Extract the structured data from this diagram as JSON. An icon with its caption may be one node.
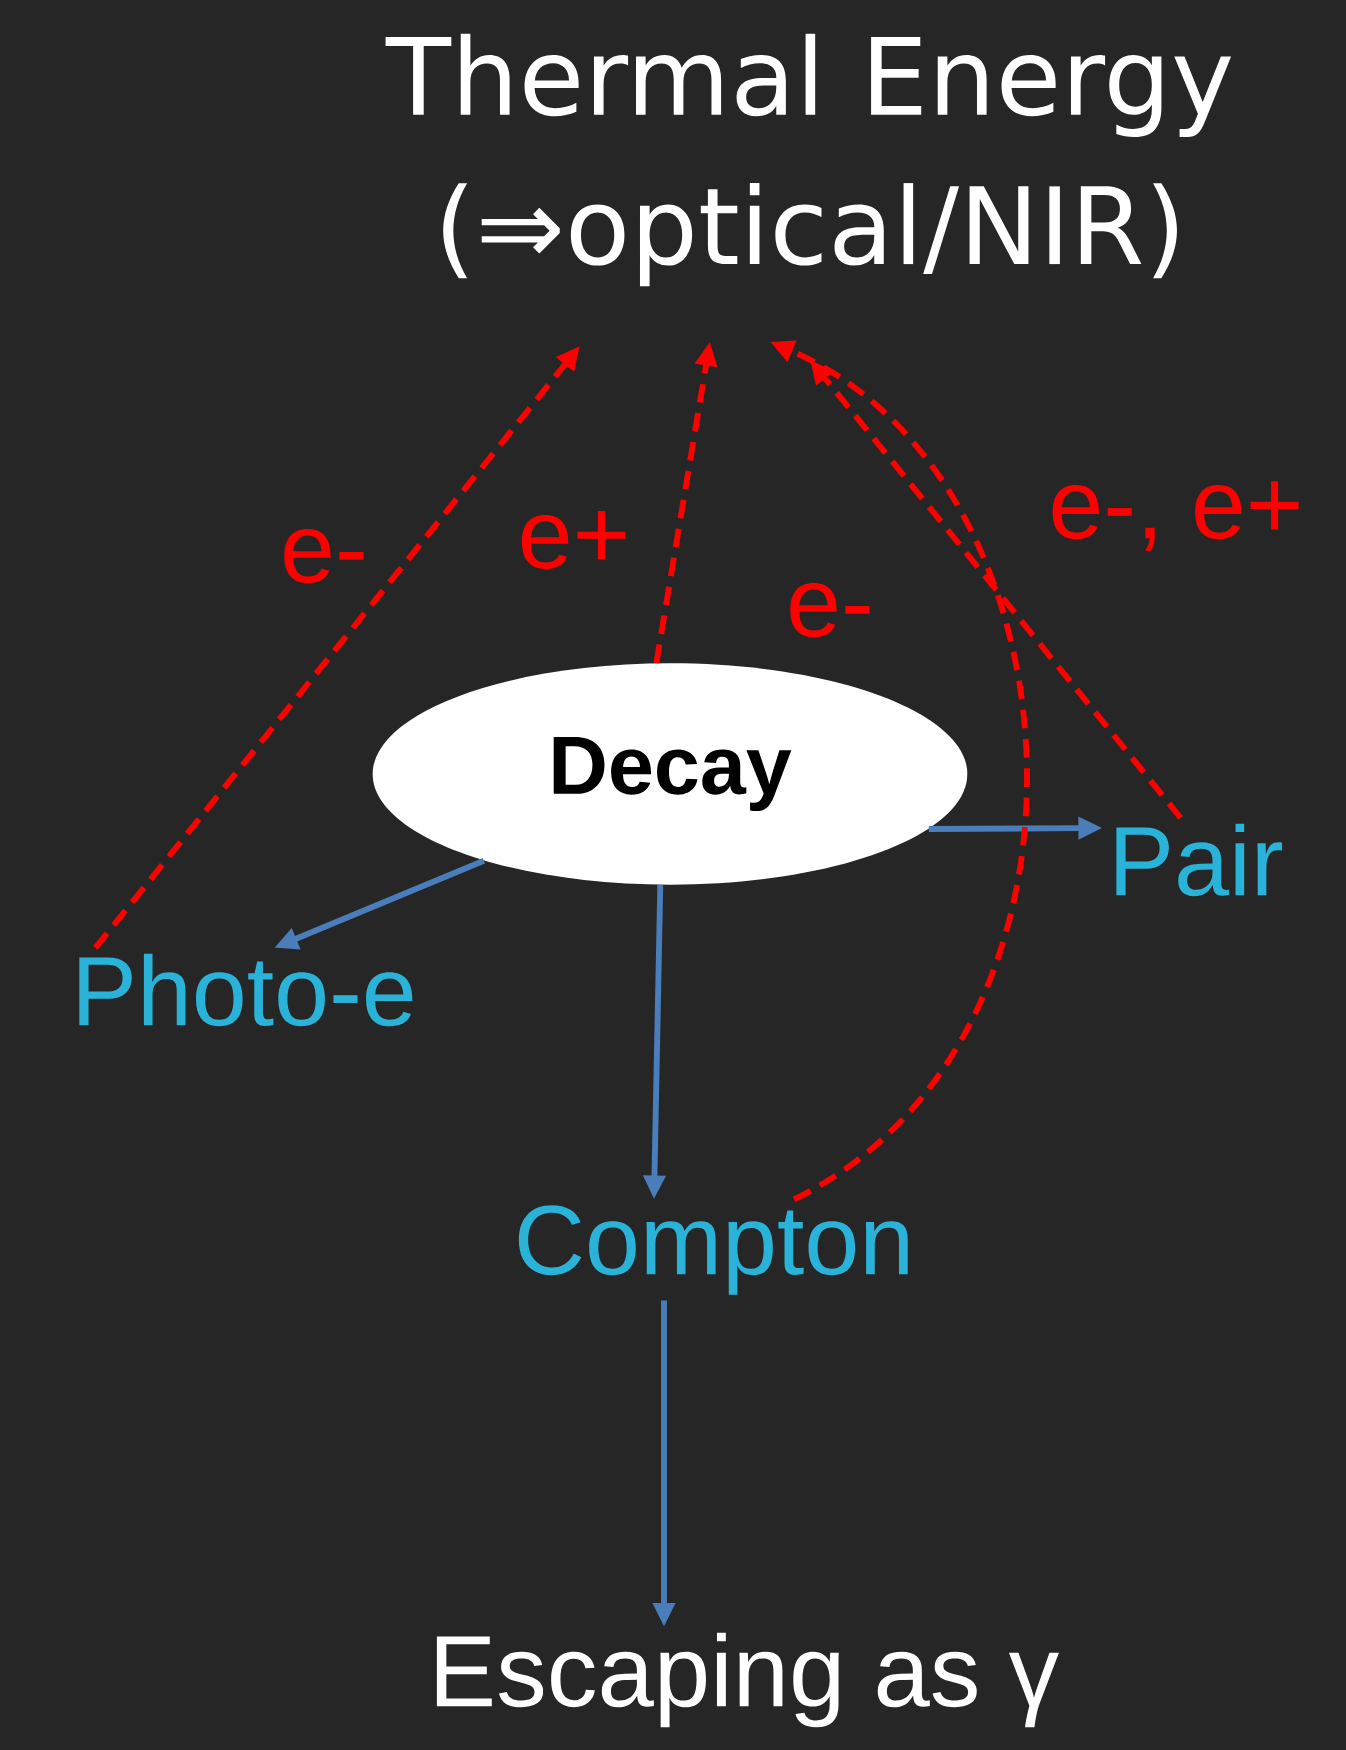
{
  "diagram": {
    "nodes": [
      {
        "text": [
          "Thermal Energy (⇒optical/NIR)"
        ]
      },
      {
        "text": [
          "Decay"
        ]
      },
      {
        "text": [
          "Pair"
        ]
      },
      {
        "text": [
          "Photo-e"
        ]
      },
      {
        "text": [
          "Compton"
        ]
      },
      {
        "text": [
          "Escaping as γ"
        ]
      }
    ],
    "edges": [
      {
        "from": 1,
        "to": 3,
        "arrow": "to"
      },
      {
        "from": 1,
        "to": 2,
        "arrow": "to"
      },
      {
        "from": 1,
        "to": 4,
        "arrow": "to"
      },
      {
        "from": 4,
        "to": 5,
        "arrow": "to"
      },
      {
        "from": 3,
        "to": 0,
        "arrow": "to",
        "label": "e-",
        "style": "dashed",
        "color": "#ff0000"
      },
      {
        "from": 1,
        "to": 0,
        "arrow": "to",
        "label": "e+",
        "style": "dashed",
        "color": "#ff0000"
      },
      {
        "from": 4,
        "to": 0,
        "arrow": "to",
        "label": "e-",
        "style": "dashed",
        "color": "#ff0000"
      },
      {
        "from": 2,
        "to": 0,
        "arrow": "to",
        "label": "e-, e+",
        "style": "dashed",
        "color": "#ff0000"
      }
    ]
  }
}
